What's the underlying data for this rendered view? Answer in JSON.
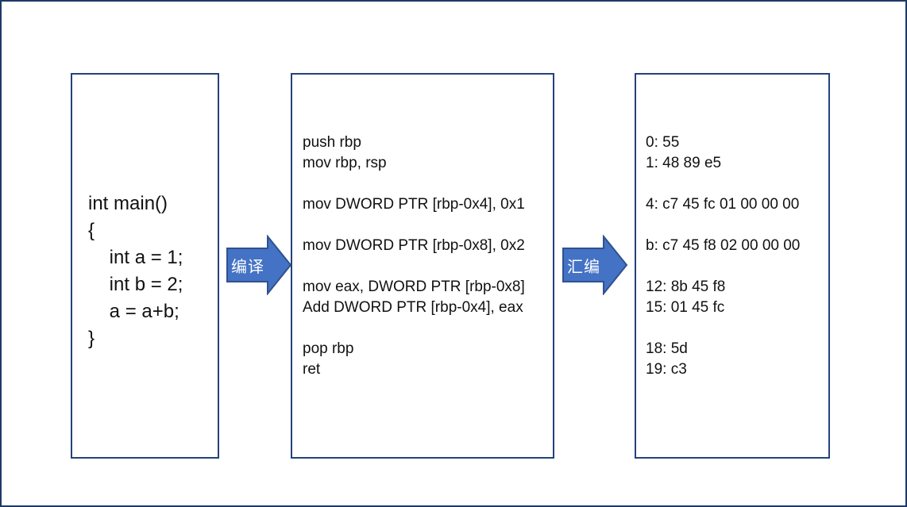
{
  "canvas": {
    "background": "#ffffff",
    "frame_border_color": "#1f3864",
    "box_border_color": "#24427c",
    "text_color": "#111111"
  },
  "source_box": {
    "lines": [
      "int main()",
      "{",
      "    int a = 1;",
      "    int b = 2;",
      "    a = a+b;",
      "}"
    ]
  },
  "compile_arrow": {
    "label": "编译",
    "fill": "#4472c4",
    "stroke": "#2f528f",
    "text_color": "#ffffff"
  },
  "assembly_box": {
    "lines": [
      "push rbp",
      "mov rbp, rsp",
      "",
      "mov DWORD PTR [rbp-0x4], 0x1",
      "",
      "mov DWORD PTR [rbp-0x8], 0x2",
      "",
      "mov eax, DWORD PTR [rbp-0x8]",
      "Add DWORD PTR [rbp-0x4], eax",
      "",
      "pop rbp",
      "ret"
    ]
  },
  "assemble_arrow": {
    "label": "汇编",
    "fill": "#4472c4",
    "stroke": "#2f528f",
    "text_color": "#ffffff"
  },
  "machine_code_box": {
    "lines": [
      "0: 55",
      "1: 48 89 e5",
      "",
      "4: c7 45 fc 01 00 00 00",
      "",
      "b: c7 45 f8 02 00 00 00",
      "",
      "12: 8b 45 f8",
      "15: 01 45 fc",
      "",
      "18: 5d",
      "19: c3"
    ]
  }
}
